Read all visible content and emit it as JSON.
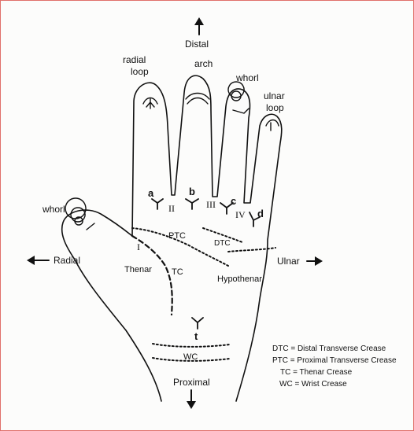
{
  "directions": {
    "distal": "Distal",
    "proximal": "Proximal",
    "radial": "Radial",
    "ulnar": "Ulnar"
  },
  "patterns": {
    "thumb": "whorl",
    "index_line1": "radial",
    "index_line2": "loop",
    "middle": "arch",
    "ring": "whorl",
    "little_line1": "ulnar",
    "little_line2": "loop"
  },
  "triradii": {
    "a": "a",
    "b": "b",
    "c": "c",
    "d": "d",
    "t": "t"
  },
  "interdigital": {
    "I": "I",
    "II": "II",
    "III": "III",
    "IV": "IV"
  },
  "regions": {
    "thenar": "Thenar",
    "hypothenar": "Hypothenar"
  },
  "creases": {
    "ptc": "PTC",
    "dtc": "DTC",
    "tc": "TC",
    "wc": "WC"
  },
  "legend": [
    "DTC = Distal Transverse Crease",
    "PTC = Proximal Transverse Crease",
    "TC = Thenar Crease",
    "WC = Wrist Crease"
  ]
}
